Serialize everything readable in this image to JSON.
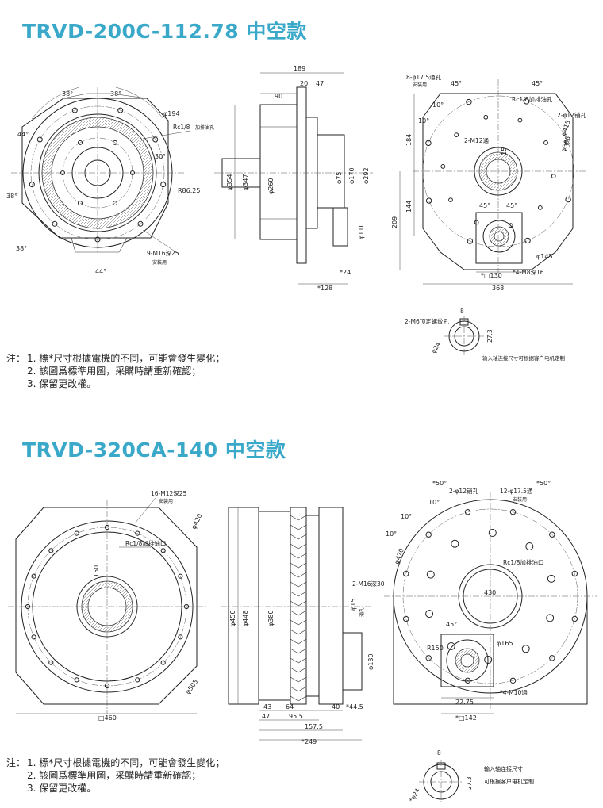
{
  "sections": [
    {
      "title": "TRVD-200C-112.78 中空款",
      "front_view": {
        "dims": [
          "38°",
          "38°",
          "44°",
          "30°",
          "38°",
          "38°",
          "44°",
          "φ194",
          "R86.25"
        ],
        "callouts": [
          "Rc1/8",
          "加排油孔",
          "9-M16深25",
          "安装用"
        ]
      },
      "side_view": {
        "dims": [
          "189",
          "20",
          "47",
          "90",
          "φ354",
          "φ347",
          "φ260",
          "φ75",
          "φ170",
          "φ292",
          "φ110",
          "*128",
          "*24"
        ]
      },
      "rear_view": {
        "dims": [
          "45°",
          "45°",
          "10°",
          "10°",
          "45°",
          "45°",
          "φ415",
          "φ385",
          "184",
          "144",
          "209",
          "15",
          "*□130",
          "368",
          "φ145"
        ],
        "callouts": [
          "8-φ17.5通孔",
          "安装用",
          "Rc1/8加排油孔",
          "2-φ12销孔",
          "2-M12通",
          "*4-M8深16"
        ]
      },
      "shaft_detail": {
        "callouts": [
          "2-M6顶定螺纹孔",
          "输入轴连接尺寸可根据客户电机定制"
        ],
        "dims": [
          "8",
          "φ24",
          "27.3"
        ]
      },
      "notes": [
        {
          "lead": "注：",
          "text": "1. 標*尺寸根據電機的不同，可能會發生變化；"
        },
        {
          "lead": "",
          "text": "2. 該圖爲標準用圖，采購時請重新確認；"
        },
        {
          "lead": "",
          "text": "3. 保留更改權。"
        }
      ]
    },
    {
      "title": "TRVD-320CA-140 中空款",
      "front_view": {
        "dims": [
          "φ420",
          "150",
          "φ505",
          "□460"
        ],
        "callouts": [
          "16-M12深25",
          "安装用",
          "Rc1/8加排油口"
        ]
      },
      "side_view": {
        "dims": [
          "φ450",
          "φ448",
          "φ380",
          "φ15",
          "φ130",
          "43",
          "64",
          "40",
          "*44.5",
          "47",
          "95.5",
          "157.5",
          "*249"
        ],
        "callouts": [
          "2-M16深30",
          "通孔"
        ]
      },
      "rear_view": {
        "dims": [
          "*50°",
          "*50°",
          "10°",
          "10°",
          "10°",
          "φ470",
          "430",
          "45°",
          "R150",
          "φ165",
          "22.75",
          "*□142"
        ],
        "callouts": [
          "2-φ12销孔",
          "12-φ17.5通",
          "安装用",
          "Rc1/8加排油口",
          "*4-M10通"
        ]
      },
      "shaft_detail": {
        "callouts": [
          "输入轴连接尺寸",
          "可根据客户电机定制"
        ],
        "dims": [
          "8",
          "*φ24",
          "27.3"
        ]
      },
      "notes": [
        {
          "lead": "注：",
          "text": "1. 標*尺寸根據電機的不同，可能會發生變化；"
        },
        {
          "lead": "",
          "text": "2. 該圖爲標準用圖，采購時請重新確認；"
        },
        {
          "lead": "",
          "text": "3. 保留更改權。"
        }
      ]
    }
  ]
}
